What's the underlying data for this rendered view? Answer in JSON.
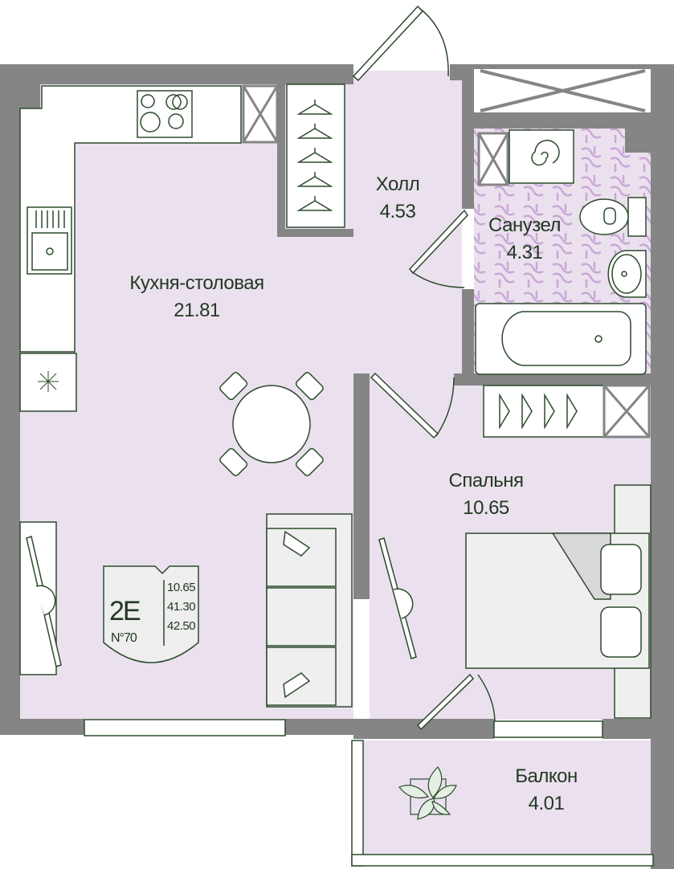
{
  "colors": {
    "wall": "#858585",
    "floor": "#ebe1ee",
    "line": "#2d4a2d",
    "furniture": "#ffffff",
    "tile": "#c9a8d6"
  },
  "rooms": [
    {
      "name": "Кухня-столовая",
      "area": "21.81"
    },
    {
      "name": "Холл",
      "area": "4.53"
    },
    {
      "name": "Санузел",
      "area": "4.31"
    },
    {
      "name": "Спальня",
      "area": "10.65"
    },
    {
      "name": "Балкон",
      "area": "4.01"
    }
  ],
  "badge": {
    "type": "2E",
    "number": "N°70",
    "areas": [
      "10.65",
      "41.30",
      "42.50"
    ]
  }
}
